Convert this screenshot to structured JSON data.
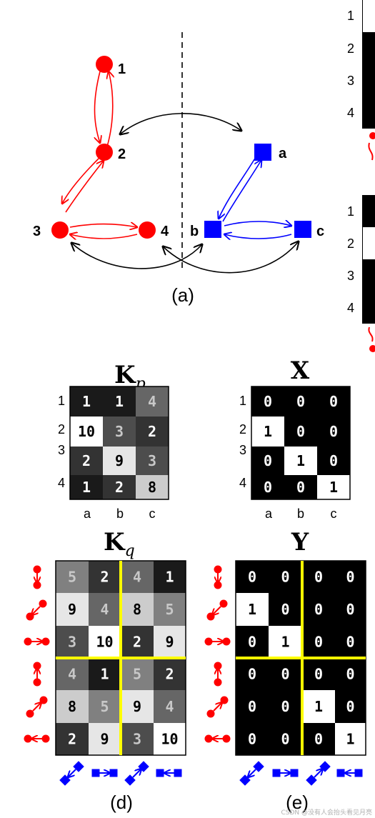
{
  "graph_a": {
    "label": "(a)",
    "left_nodes": [
      "1",
      "2",
      "3",
      "4"
    ],
    "right_nodes": [
      "a",
      "b",
      "c"
    ],
    "colors": {
      "left": "#ff0000",
      "right": "#0000ff",
      "cross": "#000000"
    }
  },
  "kp": {
    "title_main": "K",
    "title_sub": "p",
    "row_labels": [
      "1",
      "2",
      "3",
      "4"
    ],
    "col_labels": [
      "a",
      "b",
      "c"
    ],
    "values": [
      [
        1,
        1,
        4
      ],
      [
        10,
        3,
        2
      ],
      [
        2,
        9,
        3
      ],
      [
        1,
        2,
        8
      ]
    ]
  },
  "x": {
    "title": "X",
    "row_labels": [
      "1",
      "2",
      "3",
      "4"
    ],
    "col_labels": [
      "a",
      "b",
      "c"
    ],
    "values": [
      [
        0,
        0,
        0
      ],
      [
        1,
        0,
        0
      ],
      [
        0,
        1,
        0
      ],
      [
        0,
        0,
        1
      ]
    ]
  },
  "kq": {
    "title_main": "K",
    "title_sub": "q",
    "label": "(d)",
    "values": [
      [
        5,
        2,
        4,
        1
      ],
      [
        9,
        4,
        8,
        5
      ],
      [
        3,
        10,
        2,
        9
      ],
      [
        4,
        1,
        5,
        2
      ],
      [
        8,
        5,
        9,
        4
      ],
      [
        2,
        9,
        3,
        10
      ]
    ]
  },
  "y": {
    "title": "Y",
    "label": "(e)",
    "values": [
      [
        0,
        0,
        0,
        0
      ],
      [
        1,
        0,
        0,
        0
      ],
      [
        0,
        1,
        0,
        0
      ],
      [
        0,
        0,
        0,
        0
      ],
      [
        0,
        0,
        1,
        0
      ],
      [
        0,
        0,
        0,
        1
      ]
    ]
  },
  "side_panel": {
    "top_row_labels": [
      "1",
      "2",
      "3",
      "4"
    ],
    "bottom_row_labels": [
      "1",
      "2",
      "3",
      "4"
    ]
  },
  "watermark": "CSDN @没有人会抬头看见月亮",
  "colors": {
    "divider": "#ffff00"
  }
}
